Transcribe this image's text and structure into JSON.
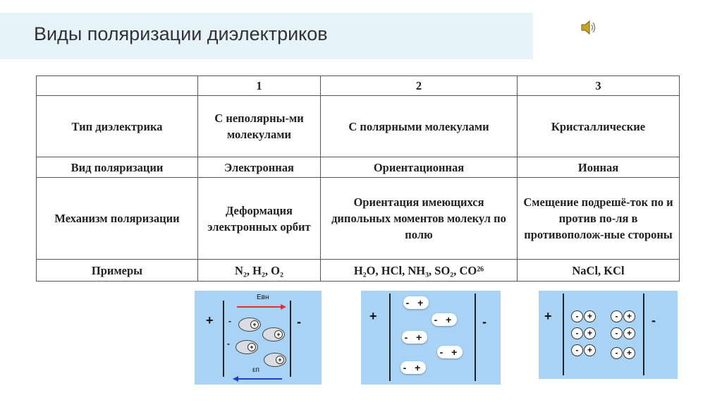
{
  "slide": {
    "title": "Виды поляризации диэлектриков"
  },
  "icons": {
    "speaker": "speaker-icon"
  },
  "table": {
    "header": [
      "",
      "1",
      "2",
      "3"
    ],
    "rows": [
      {
        "label": "Тип диэлектрика",
        "c1": "С неполярны-ми молекулами",
        "c2": "С полярными молекулами",
        "c3": "Кристаллические"
      },
      {
        "label": "Вид поляризации",
        "c1": "Электронная",
        "c2": "Ориентационная",
        "c3": "Ионная"
      },
      {
        "label": "Механизм поляризации",
        "c1": "Деформация электронных орбит",
        "c2": "Ориентация имеющихся дипольных моментов молекул по полю",
        "c3": "Смещение подрешё-ток по и против по-ля в противополож-ные стороны"
      },
      {
        "label": "Примеры",
        "c1": "N₂, H₂, O₂",
        "c2": "H₂O, HCl, NH₃, SO₂, CO²⁶",
        "c3": "NaCl, KCl"
      }
    ]
  },
  "diagrams": {
    "plus": "+",
    "minus": "-",
    "field_ext": "Eвн",
    "field_pol": "εп",
    "dipole": "- +",
    "ion_neg": "-",
    "ion_pos": "+"
  },
  "colors": {
    "panel": "#a9d3f5",
    "title_bar": "#e6f4fa",
    "arrow_ext": "#e03030",
    "arrow_pol": "#2040c0"
  }
}
